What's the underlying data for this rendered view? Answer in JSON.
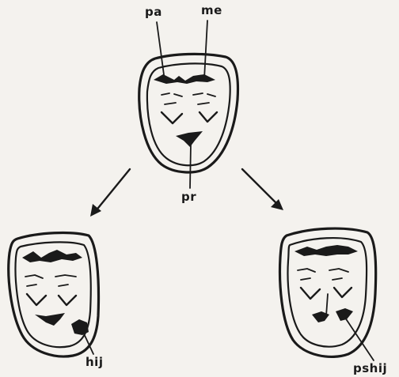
{
  "labels": {
    "pa": "pa",
    "me": "me",
    "pr": "pr",
    "hij": "hij",
    "pshij": "pshij"
  },
  "colors": {
    "background": "#f4f2ee",
    "ink": "#1a1a1a"
  }
}
